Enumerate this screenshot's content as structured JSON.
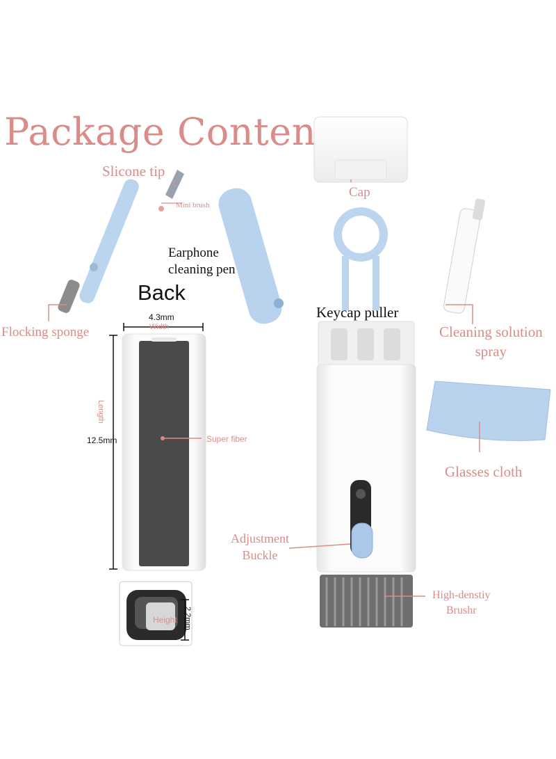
{
  "title": "Package Content",
  "labels": {
    "silicone_tip": "Slicone tip",
    "mini_brush": "Mini brush",
    "earphone_pen": [
      "Earphone",
      "cleaning pen"
    ],
    "flocking_sponge": "Flocking sponge",
    "back": "Back",
    "width_value": "4.3mm",
    "width_label": "Width",
    "length_label": "Length",
    "length_value": "12.5mm",
    "super_fiber": "Super fiber",
    "height_label": "Height",
    "height_value": "2.2mm",
    "cap": "Cap",
    "keycap_puller": "Keycap puller",
    "cleaning_spray": [
      "Cleaning solution",
      "spray"
    ],
    "glasses_cloth": "Glasses cloth",
    "adjustment_buckle": [
      "Adjustment",
      "Buckle"
    ],
    "brush": [
      "High-denstiy",
      "Brushr"
    ]
  },
  "colors": {
    "accent": "#d98c8a",
    "product_blue": "#b9d3ef",
    "product_white": "#f4f4f4",
    "fiber_gray": "#4a4a4a"
  }
}
